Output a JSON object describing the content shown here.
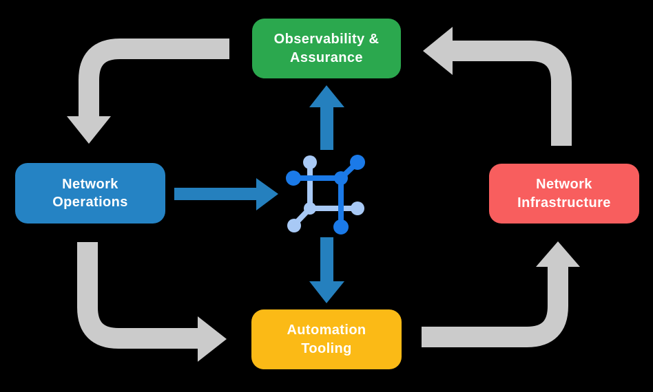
{
  "diagram": {
    "nodes": [
      {
        "id": "observability-assurance",
        "label": "Observability &\nAssurance",
        "color_key": "node-green"
      },
      {
        "id": "network-operations",
        "label": "Network\nOperations",
        "color_key": "node-blue"
      },
      {
        "id": "network-infrastructure",
        "label": "Network\nInfrastructure",
        "color_key": "node-red"
      },
      {
        "id": "automation-tooling",
        "label": "Automation\nTooling",
        "color_key": "node-yellow"
      }
    ],
    "center_icon": "network-hub-icon",
    "flows": [
      {
        "from": "observability-assurance",
        "to": "network-operations",
        "style": "cycle-gray"
      },
      {
        "from": "network-operations",
        "to": "automation-tooling",
        "style": "cycle-gray"
      },
      {
        "from": "automation-tooling",
        "to": "network-infrastructure",
        "style": "cycle-gray"
      },
      {
        "from": "network-infrastructure",
        "to": "observability-assurance",
        "style": "cycle-gray"
      },
      {
        "from": "network-operations",
        "to": "network-hub",
        "style": "flow-blue"
      },
      {
        "from": "network-hub",
        "to": "observability-assurance",
        "style": "flow-blue"
      },
      {
        "from": "network-hub",
        "to": "automation-tooling",
        "style": "flow-blue"
      }
    ]
  },
  "colors": {
    "background": "#000000",
    "node-green": "#2BA84E",
    "node-blue": "#2583C4",
    "node-red": "#F85E5E",
    "node-yellow": "#FBBA16",
    "arrow-gray": "#CBCBCB",
    "flow-blue": "#2580BE",
    "icon-dark-blue": "#1B7AE8",
    "icon-light-blue": "#A8C9F5",
    "label-text": "#FFFFFF"
  }
}
